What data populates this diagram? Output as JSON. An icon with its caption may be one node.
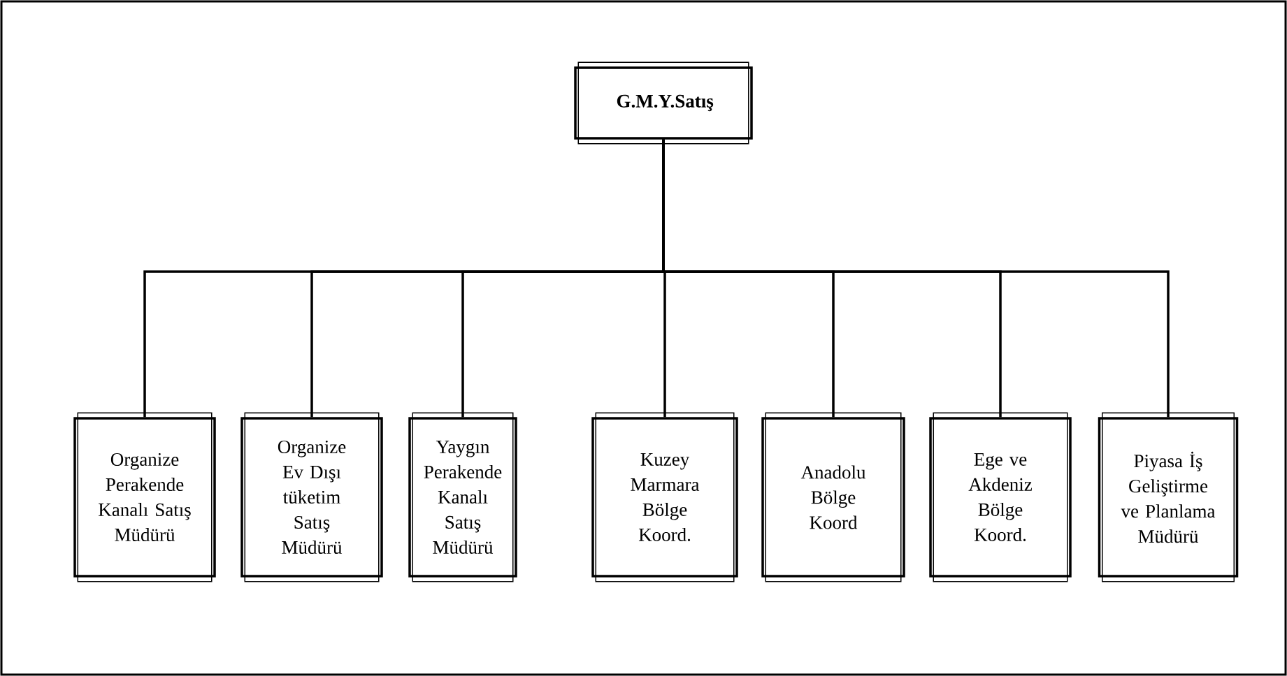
{
  "diagram": {
    "nodes": [
      {
        "text": [
          "G.M.Y.Satış"
        ]
      },
      {
        "text": [
          "Organize Perakende Kanalı Satış Müdürü"
        ]
      },
      {
        "text": [
          "Organize Ev Dışı tüketim Satış Müdürü"
        ]
      },
      {
        "text": [
          "Yaygın Perakende Kanalı Satış Müdürü"
        ]
      },
      {
        "text": [
          "Kuzey Marmara Bölge Koord."
        ]
      },
      {
        "text": [
          "Anadolu Bölge Koord"
        ]
      },
      {
        "text": [
          "Ege ve Akdeniz Bölge Koord."
        ]
      },
      {
        "text": [
          "Piyasa İş Geliştirme ve Planlama Müdürü"
        ]
      }
    ],
    "edges": [
      {
        "from": 0,
        "to": 1,
        "arrow": "none"
      },
      {
        "from": 0,
        "to": 2,
        "arrow": "none"
      },
      {
        "from": 0,
        "to": 3,
        "arrow": "none"
      },
      {
        "from": 0,
        "to": 4,
        "arrow": "none"
      },
      {
        "from": 0,
        "to": 5,
        "arrow": "none"
      },
      {
        "from": 0,
        "to": 6,
        "arrow": "none"
      },
      {
        "from": 0,
        "to": 7,
        "arrow": "none"
      }
    ]
  }
}
